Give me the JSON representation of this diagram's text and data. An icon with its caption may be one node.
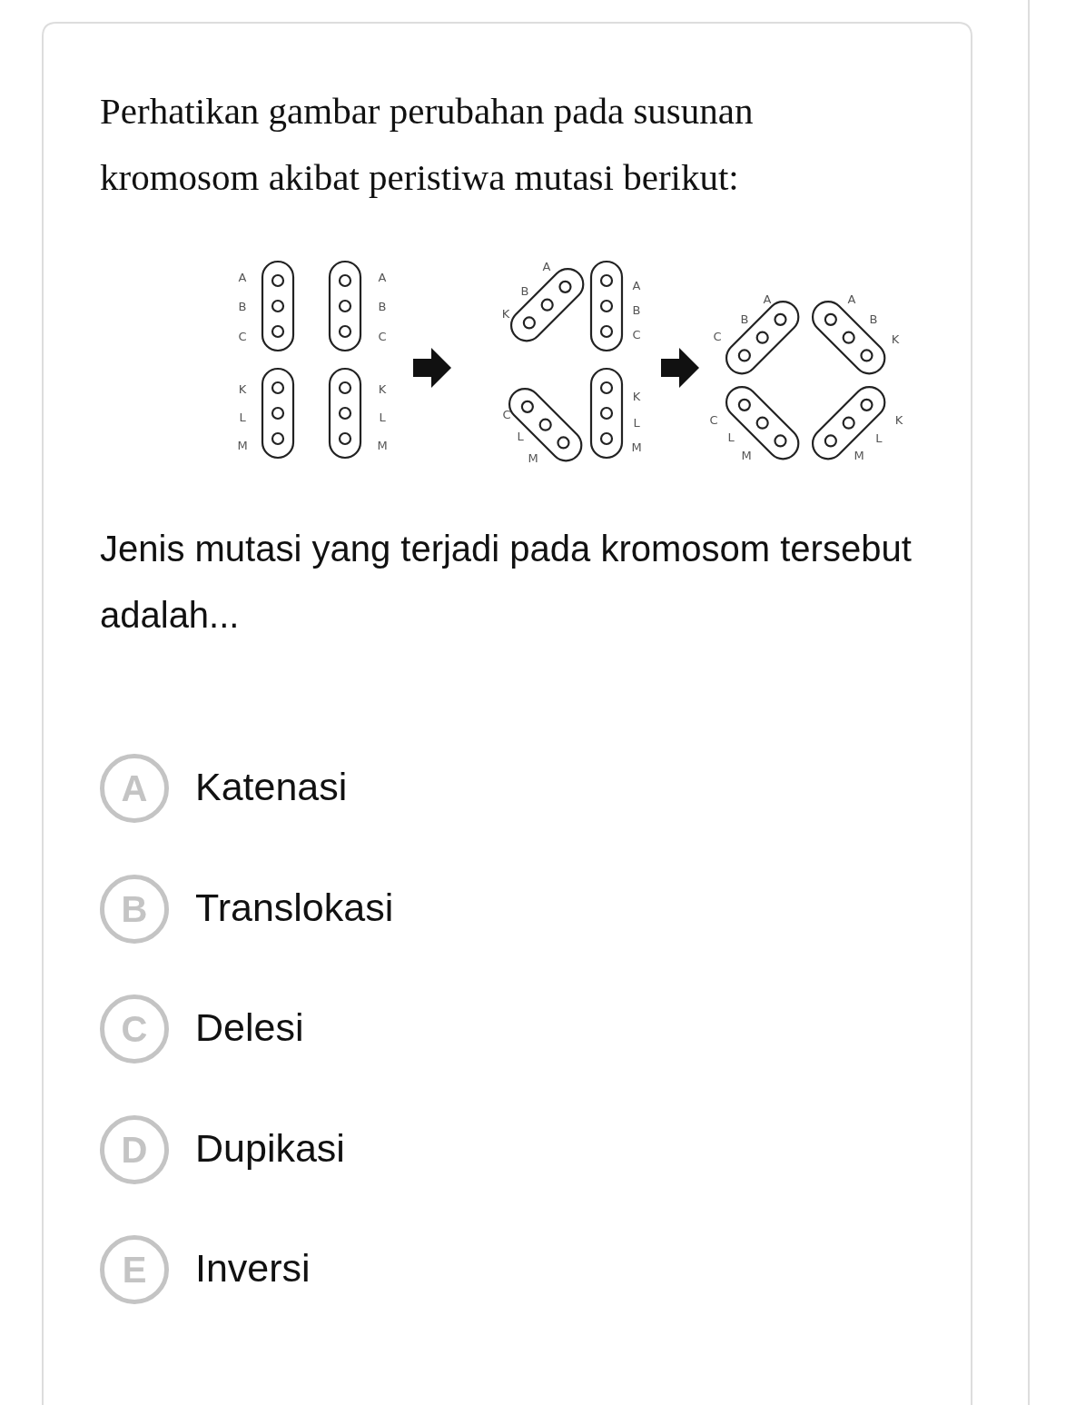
{
  "diagram": {
    "nodes": [
      {
        "text": [],
        "shape": "group"
      },
      {
        "text": [
          "A",
          "B",
          "C"
        ],
        "in": 0
      },
      {
        "text": [
          "A",
          "B",
          "C"
        ],
        "in": 0
      },
      {
        "text": [
          "K",
          "L",
          "M"
        ],
        "in": 0
      },
      {
        "text": [
          "K",
          "L",
          "M"
        ],
        "in": 0
      },
      {
        "text": [],
        "shape": "group"
      },
      {
        "text": [
          "A",
          "B",
          "K"
        ],
        "in": 5
      },
      {
        "text": [
          "A",
          "B",
          "C"
        ],
        "in": 5
      },
      {
        "text": [
          "C",
          "L",
          "M"
        ],
        "in": 5
      },
      {
        "text": [
          "K",
          "L",
          "M"
        ],
        "in": 5
      },
      {
        "text": [],
        "shape": "group"
      },
      {
        "text": [
          "A",
          "B",
          "C"
        ],
        "in": 10
      },
      {
        "text": [
          "A",
          "B",
          "K"
        ],
        "in": 10
      },
      {
        "text": [
          "C",
          "L",
          "M"
        ],
        "in": 10
      },
      {
        "text": [
          "K",
          "L",
          "M"
        ],
        "in": 10
      }
    ],
    "edges": [
      {
        "from": 0,
        "to": 5,
        "arrow": "to"
      },
      {
        "from": 5,
        "to": 10,
        "arrow": "to"
      }
    ],
    "labels": [
      "Perhatikan gambar perubahan pada susunan kromosom akibat peristiwa mutasi berikut:",
      "Jenis mutasi yang terjadi pada kromosom tersebut adalah...",
      "A",
      "Katenasi",
      "B",
      "Translokasi",
      "C",
      "Delesi",
      "D",
      "Dupikasi",
      "E",
      "Inversi"
    ]
  }
}
